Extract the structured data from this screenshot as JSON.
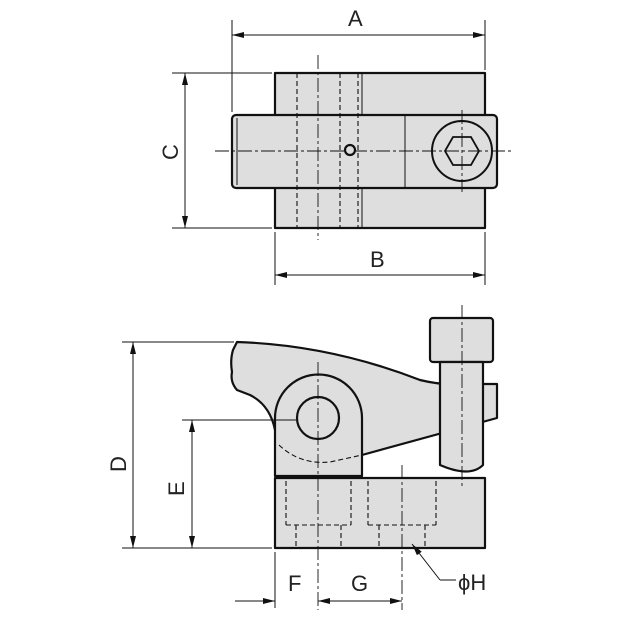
{
  "drawing": {
    "title": "Clamp dimension drawing",
    "labels": {
      "A": "A",
      "B": "B",
      "C": "C",
      "D": "D",
      "E": "E",
      "F": "F",
      "G": "G",
      "H": "ϕH"
    },
    "fill_color": "#dedede"
  }
}
